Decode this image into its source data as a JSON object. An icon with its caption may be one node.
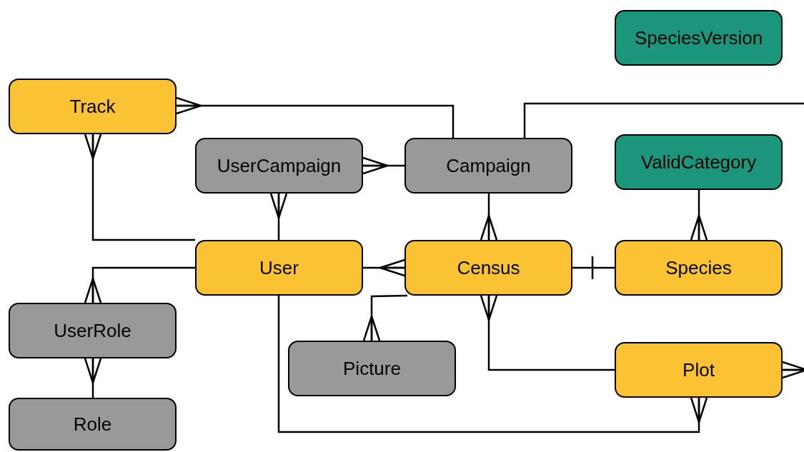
{
  "diagram": {
    "nodes": [
      {
        "text": [
          "SpeciesVersion"
        ]
      },
      {
        "text": [
          "Track"
        ]
      },
      {
        "text": [
          "UserCampaign"
        ]
      },
      {
        "text": [
          "Campaign"
        ]
      },
      {
        "text": [
          "ValidCategory"
        ]
      },
      {
        "text": [
          "User"
        ]
      },
      {
        "text": [
          "Census"
        ]
      },
      {
        "text": [
          "Species"
        ]
      },
      {
        "text": [
          "UserRole"
        ]
      },
      {
        "text": [
          "Picture"
        ]
      },
      {
        "text": [
          "Role"
        ]
      },
      {
        "text": [
          "Plot"
        ]
      }
    ],
    "edges": [
      {
        "from": 1,
        "to": 3,
        "arrow": "other"
      },
      {
        "from": 3,
        "to": null,
        "arrow": "none"
      },
      {
        "from": 2,
        "to": 3,
        "arrow": "other"
      },
      {
        "from": 2,
        "to": 5,
        "arrow": "other"
      },
      {
        "from": 1,
        "to": 5,
        "arrow": "other"
      },
      {
        "from": 8,
        "to": 5,
        "arrow": "other"
      },
      {
        "from": 8,
        "to": 10,
        "arrow": "other"
      },
      {
        "from": 6,
        "to": 3,
        "arrow": "other"
      },
      {
        "from": 6,
        "to": 5,
        "arrow": "other"
      },
      {
        "from": 6,
        "to": 7,
        "arrow": "other"
      },
      {
        "from": 7,
        "to": 4,
        "arrow": "other"
      },
      {
        "from": 9,
        "to": 6,
        "arrow": "other"
      },
      {
        "from": 6,
        "to": 11,
        "arrow": "other"
      },
      {
        "from": 11,
        "to": null,
        "arrow": "other"
      },
      {
        "from": 11,
        "to": 5,
        "arrow": "other"
      }
    ]
  }
}
